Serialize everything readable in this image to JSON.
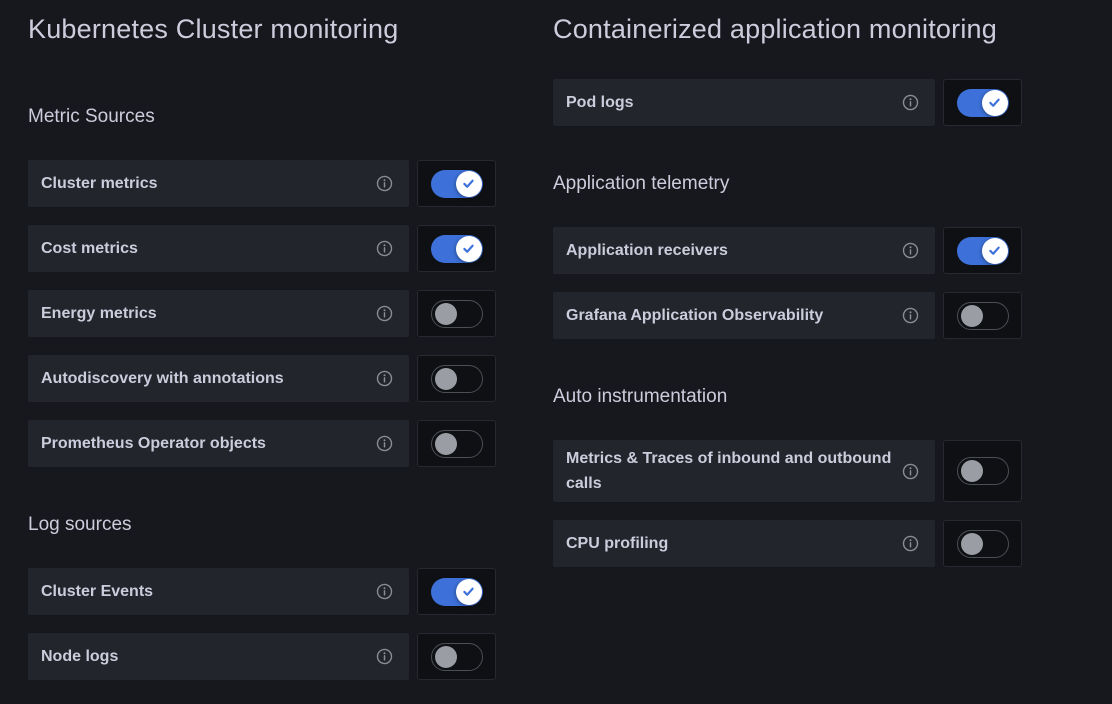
{
  "colors": {
    "page_background": "#17181d",
    "row_background": "#22252b",
    "toggle_box_background": "#0f1014",
    "accent_blue": "#3d71d9",
    "text_primary": "#ccccdc",
    "knob_off_gray": "#9b9da5",
    "info_icon_gray": "#8b8d96"
  },
  "icons": {
    "info": "circled-i-info",
    "check": "checkmark"
  },
  "columns": [
    {
      "title": "Kubernetes Cluster monitoring",
      "groups": [
        {
          "heading": "Metric Sources",
          "items": [
            {
              "label": "Cluster metrics",
              "state": "on"
            },
            {
              "label": "Cost metrics",
              "state": "on"
            },
            {
              "label": "Energy metrics",
              "state": "off"
            },
            {
              "label": "Autodiscovery with annotations",
              "state": "off"
            },
            {
              "label": "Prometheus Operator objects",
              "state": "off"
            }
          ]
        },
        {
          "heading": "Log sources",
          "items": [
            {
              "label": "Cluster Events",
              "state": "on"
            },
            {
              "label": "Node logs",
              "state": "off"
            }
          ]
        }
      ]
    },
    {
      "title": "Containerized application monitoring",
      "groups": [
        {
          "heading": "",
          "items": [
            {
              "label": "Pod logs",
              "state": "on"
            }
          ]
        },
        {
          "heading": "Application telemetry",
          "items": [
            {
              "label": "Application receivers",
              "state": "on"
            },
            {
              "label": "Grafana Application Observability",
              "state": "off"
            }
          ]
        },
        {
          "heading": "Auto instrumentation",
          "items": [
            {
              "label": "Metrics & Traces of inbound and outbound calls",
              "state": "off"
            },
            {
              "label": "CPU profiling",
              "state": "off"
            }
          ]
        }
      ]
    }
  ]
}
